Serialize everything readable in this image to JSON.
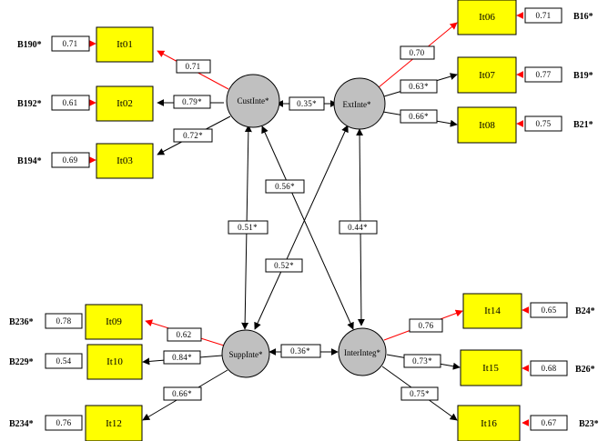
{
  "constructs": {
    "cust": "CustInte*",
    "ext": "ExtInte*",
    "supp": "SuppInte*",
    "inter": "InterInteg*"
  },
  "items": {
    "it01": "It01",
    "it02": "It02",
    "it03": "It03",
    "it06": "It06",
    "it07": "It07",
    "it08": "It08",
    "it09": "It09",
    "it10": "It10",
    "it12": "It12",
    "it14": "It14",
    "it15": "It15",
    "it16": "It16"
  },
  "errors": {
    "it01": {
      "name": "B190*",
      "value": "0.71"
    },
    "it02": {
      "name": "B192*",
      "value": "0.61"
    },
    "it03": {
      "name": "B194*",
      "value": "0.69"
    },
    "it06": {
      "name": "B16*",
      "value": "0.71"
    },
    "it07": {
      "name": "B19*",
      "value": "0.77"
    },
    "it08": {
      "name": "B21*",
      "value": "0.75"
    },
    "it09": {
      "name": "B236*",
      "value": "0.78"
    },
    "it10": {
      "name": "B229*",
      "value": "0.54"
    },
    "it12": {
      "name": "B234*",
      "value": "0.76"
    },
    "it14": {
      "name": "B24*",
      "value": "0.65"
    },
    "it15": {
      "name": "B26*",
      "value": "0.68"
    },
    "it16": {
      "name": "B23*",
      "value": "0.67"
    }
  },
  "loadings": {
    "cust_it01": "0.71",
    "cust_it02": "0.79*",
    "cust_it03": "0.72*",
    "ext_it06": "0.70",
    "ext_it07": "0.63*",
    "ext_it08": "0.66*",
    "supp_it09": "0.62",
    "supp_it10": "0.84*",
    "supp_it12": "0.66*",
    "inter_it14": "0.76",
    "inter_it15": "0.73*",
    "inter_it16": "0.75*"
  },
  "correlations": {
    "cust_ext": "0.35*",
    "cust_supp": "0.51*",
    "cust_inter": "0.56*",
    "ext_supp": "0.52*",
    "ext_inter": "0.44*",
    "supp_inter": "0.36*"
  },
  "colors": {
    "item_fill": "#ffff00",
    "construct_fill": "#c0c0c0",
    "fixed_path": "#ff0000",
    "free_path": "#000000"
  }
}
